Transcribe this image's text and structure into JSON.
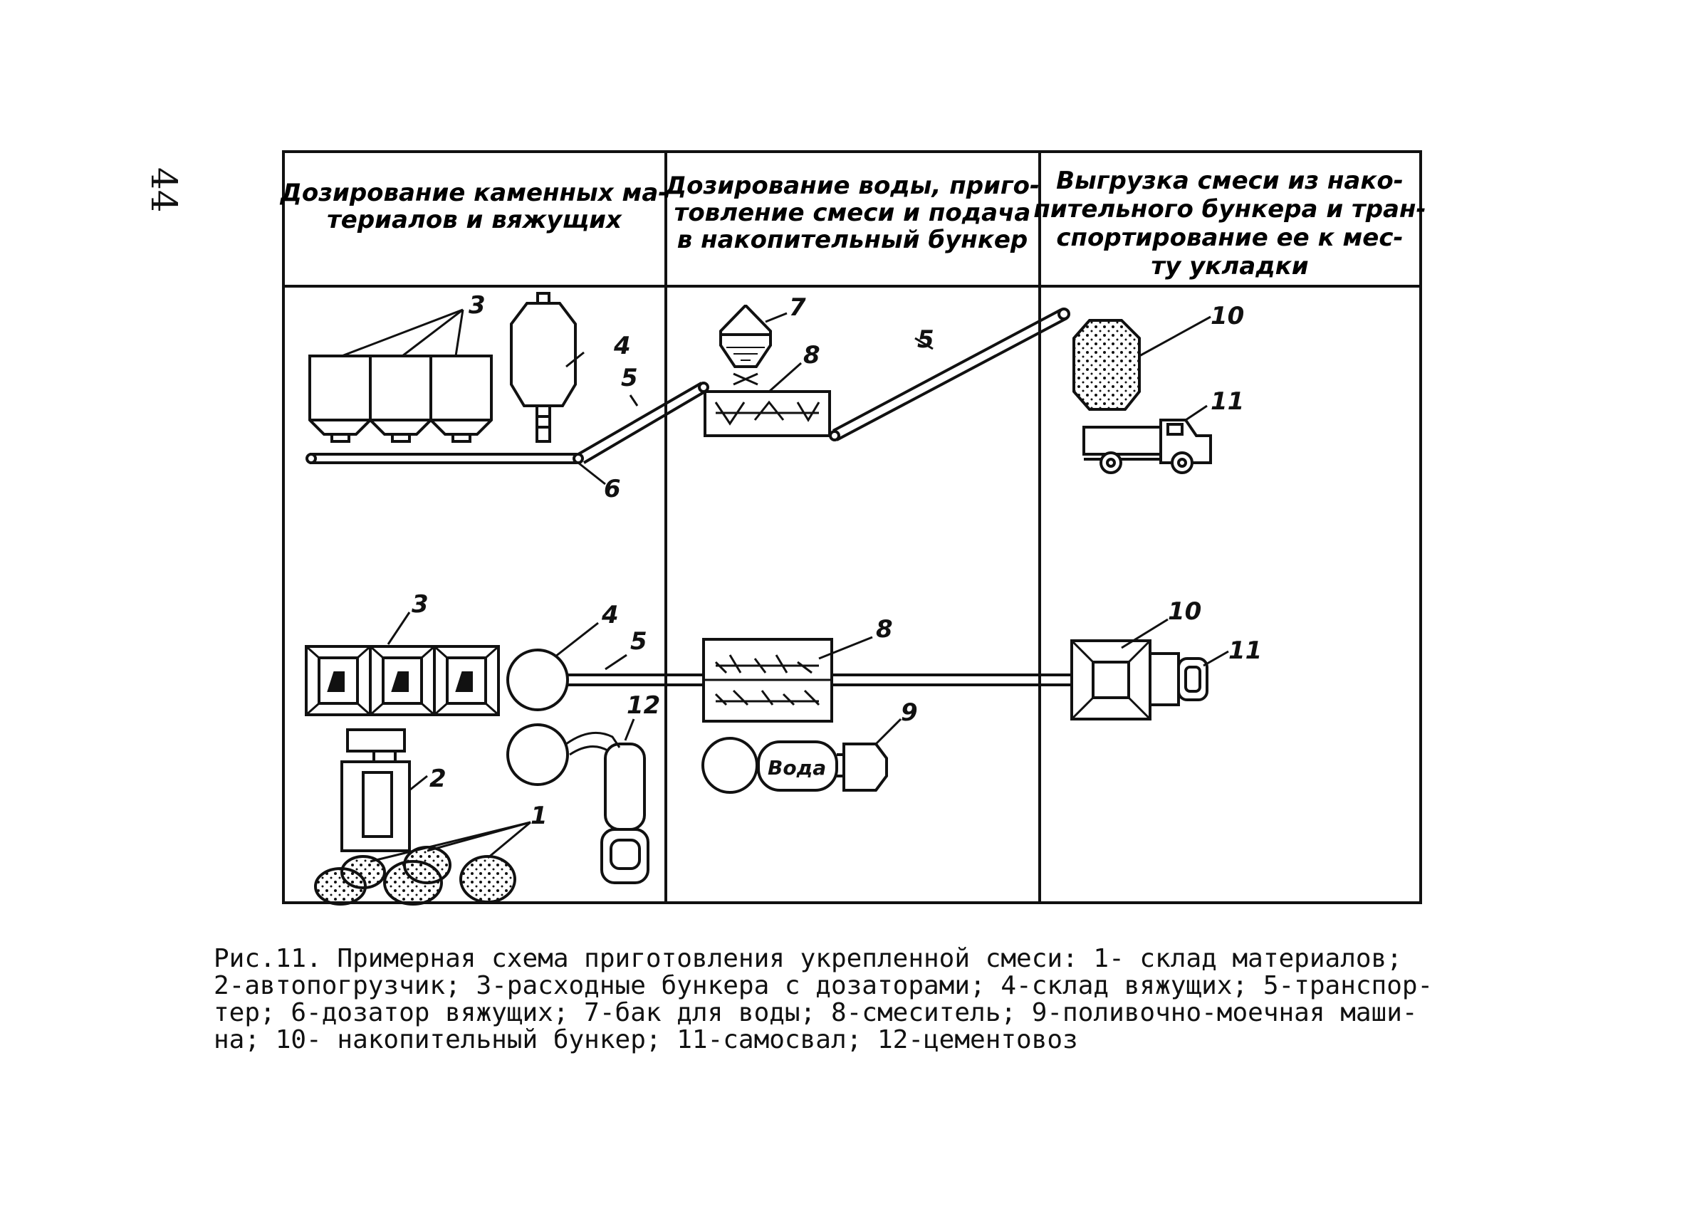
{
  "page_number": "44",
  "columns": [
    {
      "lines": [
        "Дозирование каменных ма-",
        "териалов и вяжущих"
      ]
    },
    {
      "lines": [
        "Дозирование воды, приго-",
        "товление смеси и подача",
        "в накопительный бункер"
      ]
    },
    {
      "lines": [
        "Выгрузка смеси из нако-",
        "пительного бункера и тран-",
        "спортирование ее к мес-",
        "ту укладки"
      ]
    }
  ],
  "labels": {
    "n1": "1",
    "n2": "2",
    "n3": "3",
    "n4": "4",
    "n5": "5",
    "n6": "6",
    "n7": "7",
    "n8": "8",
    "n9": "9",
    "n10": "10",
    "n11": "11",
    "n12": "12",
    "water": "Вода"
  },
  "caption": {
    "lines": [
      "Рис.11. Примерная схема приготовления укрепленной смеси: 1- склад материалов;",
      "2-автопогрузчик; 3-расходные бункера с дозаторами; 4-склад вяжущих; 5-транспор-",
      "тер; 6-дозатор вяжущих; 7-бак для воды; 8-смеситель; 9-поливочно-моечная маши-",
      "на; 10- накопительный бункер; 11-самосвал; 12-цементовоз"
    ]
  }
}
